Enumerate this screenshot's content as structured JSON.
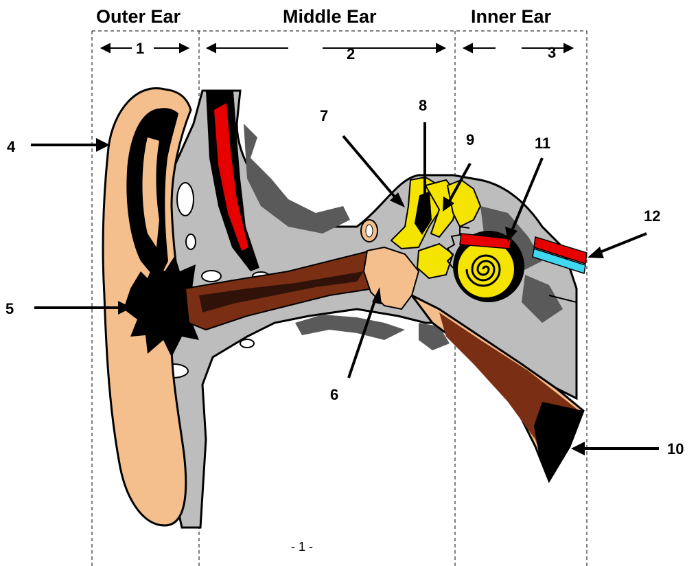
{
  "headers": {
    "outer": "Outer Ear",
    "middle": "Middle Ear",
    "inner": "Inner Ear"
  },
  "section_numbers": [
    "1",
    "2",
    "3"
  ],
  "labels": {
    "l4": "4",
    "l5": "5",
    "l6": "6",
    "l7": "7",
    "l8": "8",
    "l9": "9",
    "l10": "10",
    "l11": "11",
    "l12": "12"
  },
  "footer": "- 1 -",
  "colors": {
    "skin": "#f4bf8c",
    "bone": "#bdbdbd",
    "bone_dark": "#5a5a5a",
    "canal": "#7a2f14",
    "ossicle": "#f5e400",
    "muscle": "#e60000",
    "nerve_blue": "#40d8f0",
    "outline": "#000000"
  }
}
